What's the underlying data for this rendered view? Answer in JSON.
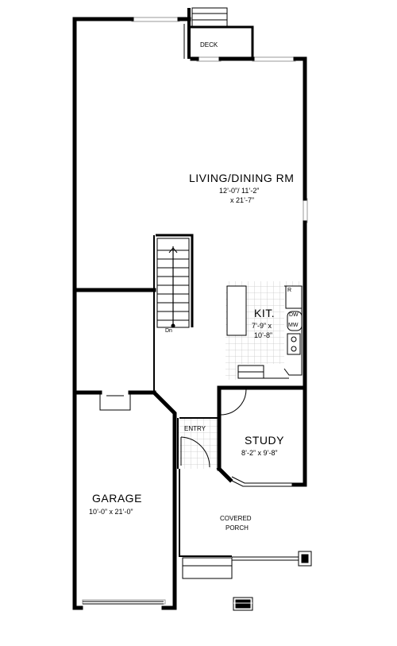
{
  "rooms": {
    "deck": {
      "name": "DECK"
    },
    "living": {
      "name": "LIVING/DINING RM",
      "dim1": "12’-0”/ 11’-2”",
      "dim2": "x 21’-7”"
    },
    "kitchen": {
      "name": "KIT.",
      "dim1": "7’-9” x",
      "dim2": "10’-8”"
    },
    "study": {
      "name": "STUDY",
      "dim": "8’-2” x 9’-8”"
    },
    "entry": {
      "name": "ENTRY"
    },
    "garage": {
      "name": "GARAGE",
      "dim": "10’-0” x 21’-0”"
    },
    "porch": {
      "line1": "COVERED",
      "line2": "PORCH"
    }
  },
  "appliances": {
    "refrigerator": "R",
    "dishwasher": "DW",
    "microwave": "MW"
  },
  "stairs": {
    "direction": "Dn"
  },
  "colors": {
    "wall": "#000000",
    "tile": "#c8c8c8",
    "window": "#9a9a9a"
  }
}
